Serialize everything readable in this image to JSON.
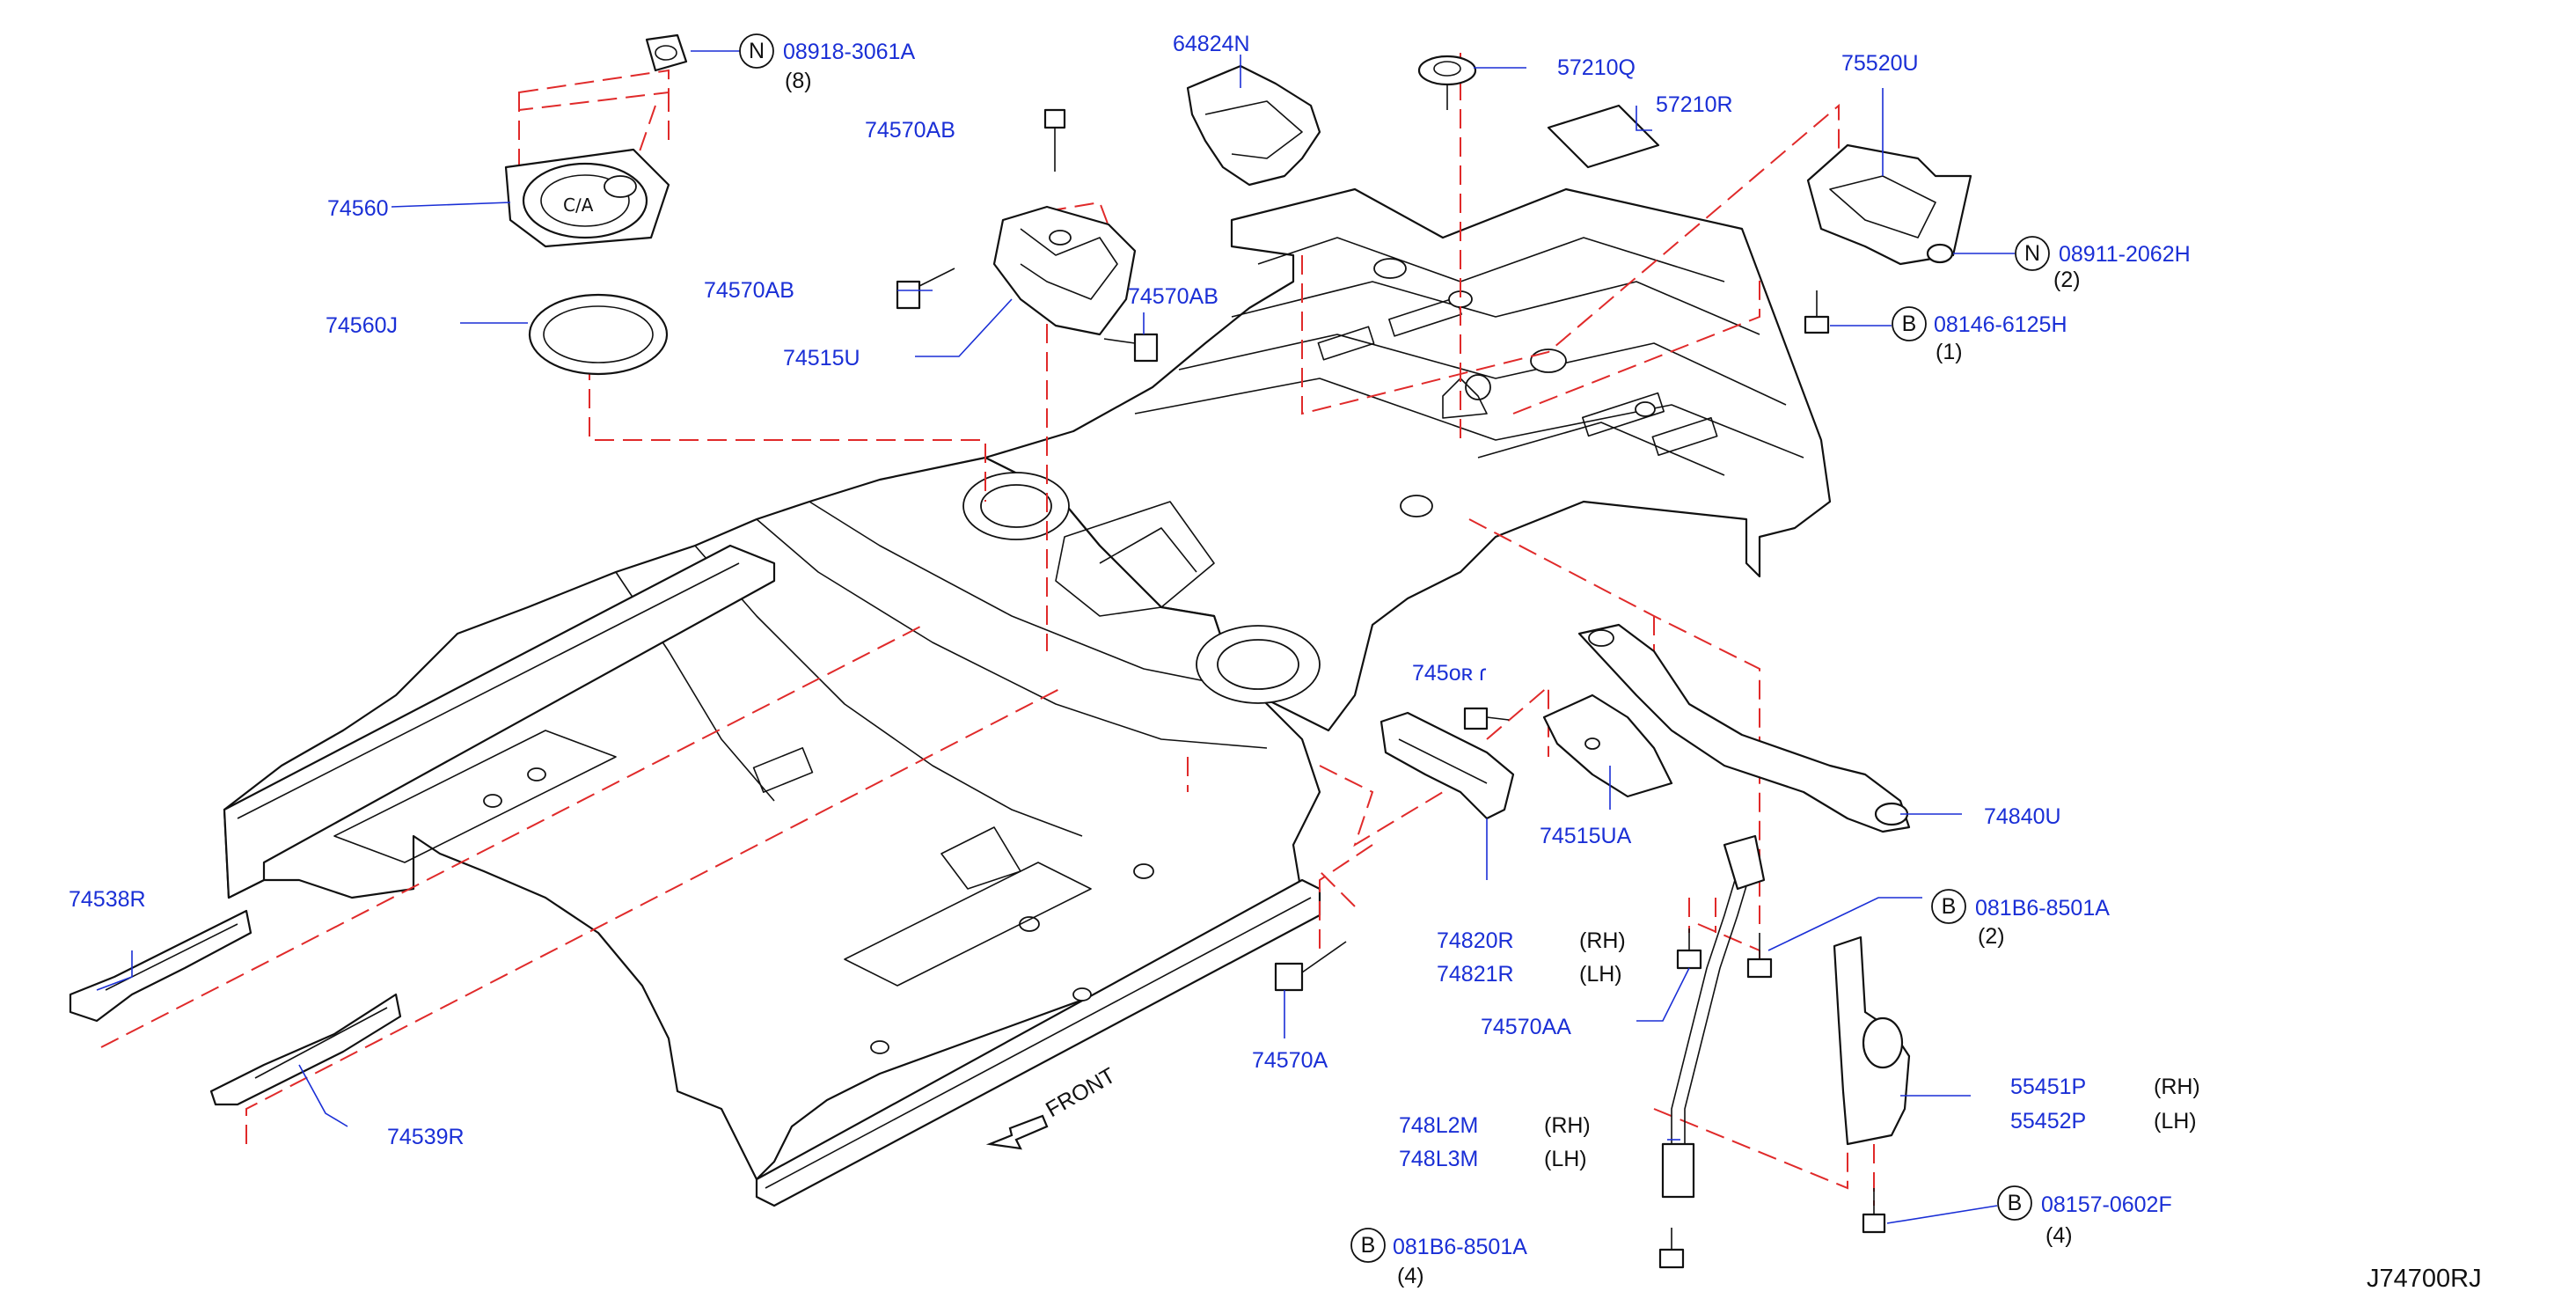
{
  "diagram_code": "J74700RJ",
  "front_label": "FRONT",
  "callouts": [
    {
      "id": "c1",
      "part": "08918-3061A",
      "prefix": "N",
      "qty": "(8)"
    },
    {
      "id": "c2",
      "part": "74560"
    },
    {
      "id": "c3",
      "part": "74560J"
    },
    {
      "id": "c4",
      "part": "64824N"
    },
    {
      "id": "c5",
      "part": "74570AB"
    },
    {
      "id": "c6",
      "part": "74570AB"
    },
    {
      "id": "c7",
      "part": "74570AB"
    },
    {
      "id": "c8",
      "part": "74515U"
    },
    {
      "id": "c9",
      "part": "57210Q"
    },
    {
      "id": "c10",
      "part": "57210R"
    },
    {
      "id": "c11",
      "part": "75520U"
    },
    {
      "id": "c12",
      "part": "08911-2062H",
      "prefix": "N",
      "qty": "(2)"
    },
    {
      "id": "c13",
      "part": "08146-6125H",
      "prefix": "B",
      "qty": "(1)"
    },
    {
      "id": "c14",
      "part": "745oʀ ɾ"
    },
    {
      "id": "c15",
      "part": "74515UA"
    },
    {
      "id": "c16",
      "part": "74840U"
    },
    {
      "id": "c17",
      "part": "081B6-8501A",
      "prefix": "B",
      "qty": "(2)"
    },
    {
      "id": "c18",
      "part": "74820R",
      "side": "(RH)"
    },
    {
      "id": "c19",
      "part": "74821R",
      "side": "(LH)"
    },
    {
      "id": "c20",
      "part": "74570A"
    },
    {
      "id": "c21",
      "part": "74570AA"
    },
    {
      "id": "c22",
      "part": "74538R"
    },
    {
      "id": "c23",
      "part": "74539R"
    },
    {
      "id": "c24",
      "part": "748L2M",
      "side": "(RH)"
    },
    {
      "id": "c25",
      "part": "748L3M",
      "side": "(LH)"
    },
    {
      "id": "c26",
      "part": "55451P",
      "side": "(RH)"
    },
    {
      "id": "c27",
      "part": "55452P",
      "side": "(LH)"
    },
    {
      "id": "c28",
      "part": "08157-0602F",
      "prefix": "B",
      "qty": "(4)"
    },
    {
      "id": "c29",
      "part": "081B6-8501A",
      "prefix": "B",
      "qty": "(4)"
    }
  ]
}
